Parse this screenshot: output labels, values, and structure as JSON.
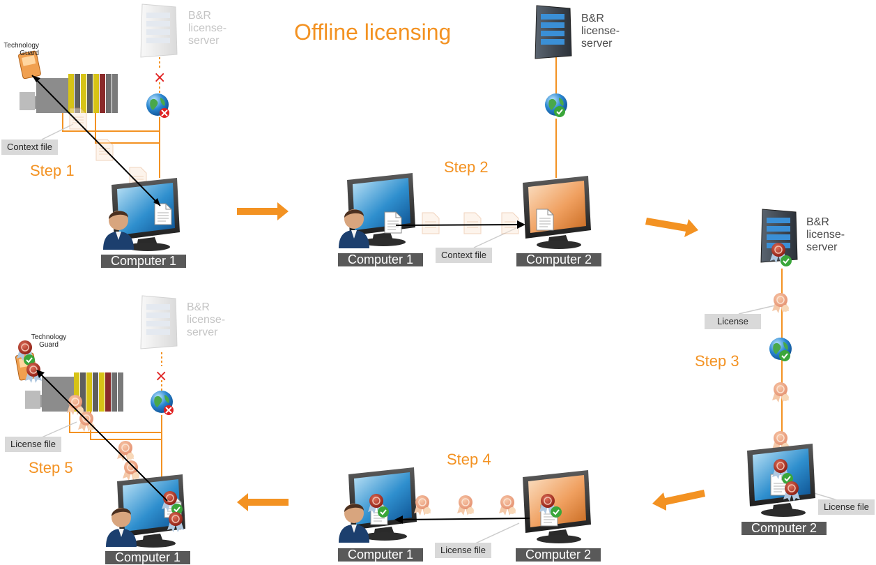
{
  "title": "Offline licensing",
  "steps": [
    "Step 1",
    "Step 2",
    "Step 3",
    "Step 4",
    "Step 5"
  ],
  "server_label": "B&R\nlicense-\nserver",
  "computer_1": "Computer 1",
  "computer_2": "Computer 2",
  "technology_guard": "Technology\nGuard",
  "context_file": "Context file",
  "license_file": "License file",
  "license": "License",
  "colors": {
    "accent_orange": "#f39222",
    "label_bg_dark": "#595959",
    "tag_bg": "#d9d9d9",
    "error_red": "#e02020",
    "check_green": "#3aa63a"
  }
}
